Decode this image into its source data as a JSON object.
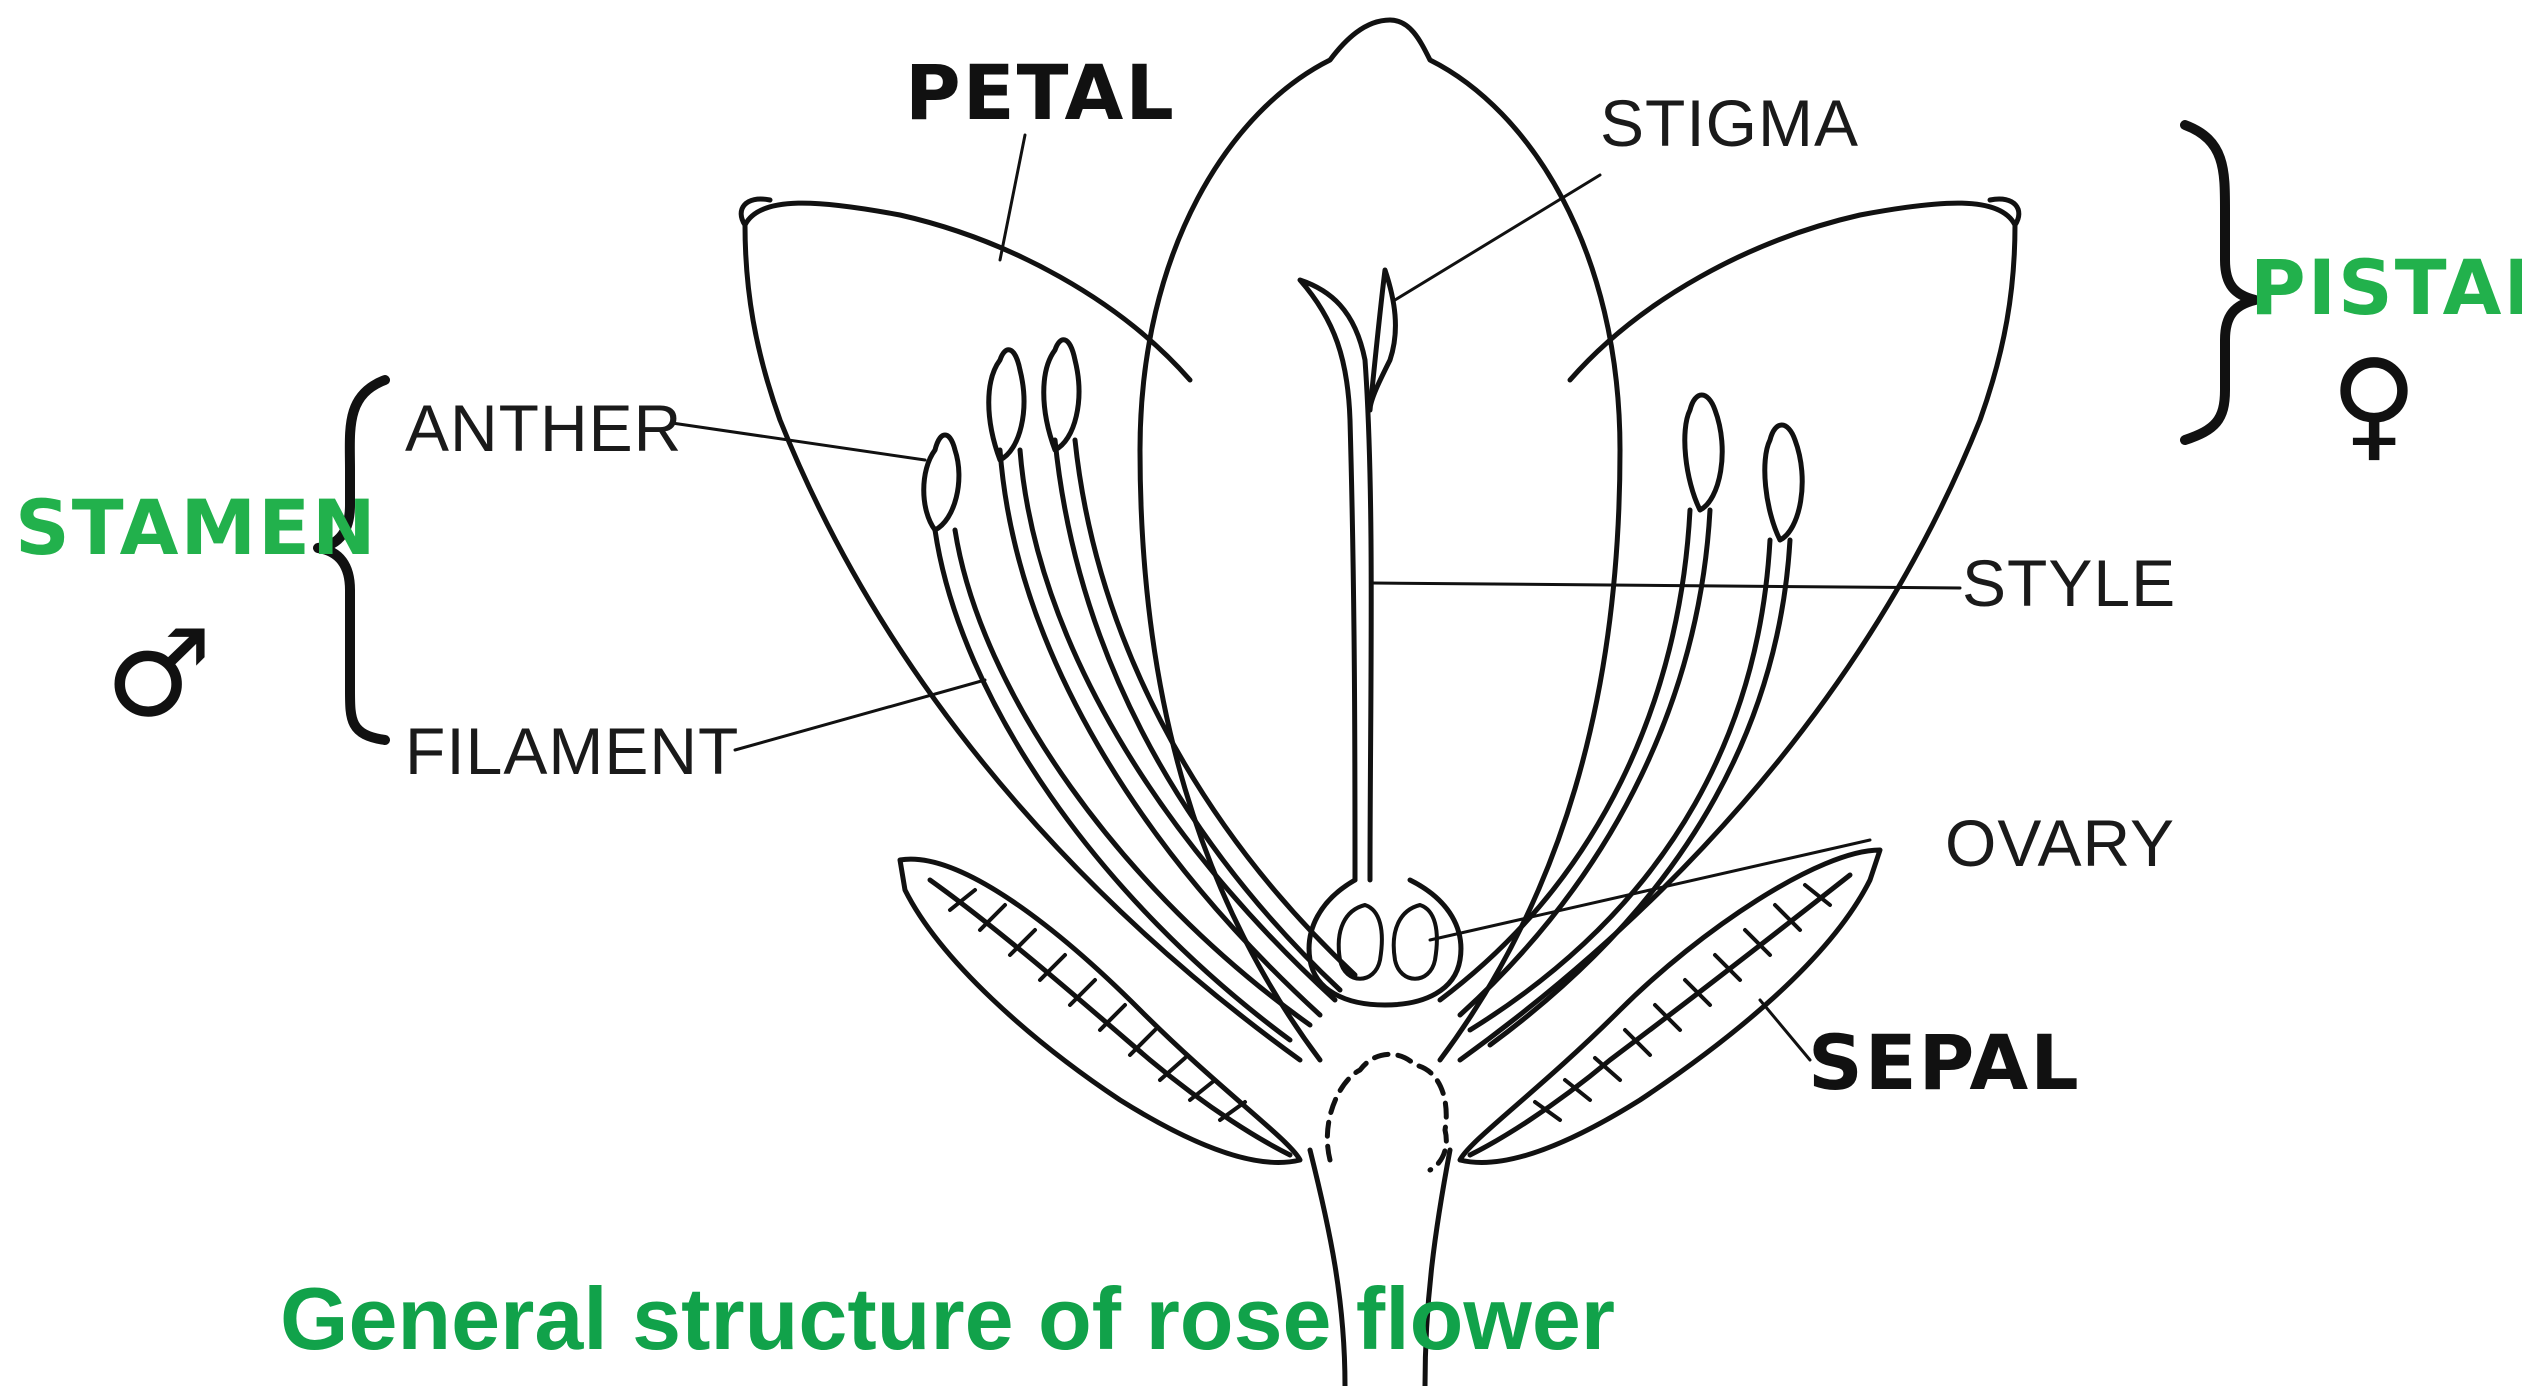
{
  "diagram": {
    "caption": "General structure of rose  flower",
    "labels": {
      "petal": "PETAL",
      "stigma": "STIGMA",
      "pistal": "PISTAL",
      "anther": "ANTHER",
      "stamen": "STAMEN",
      "style": "STYLE",
      "filament": "FILAMENT",
      "ovary": "OVARY",
      "sepal": "SEPAL"
    },
    "symbols": {
      "male": "♂",
      "female": "♀"
    },
    "colors": {
      "outline": "#111111",
      "green_label": "#22b14c",
      "caption": "#11a24a"
    }
  }
}
